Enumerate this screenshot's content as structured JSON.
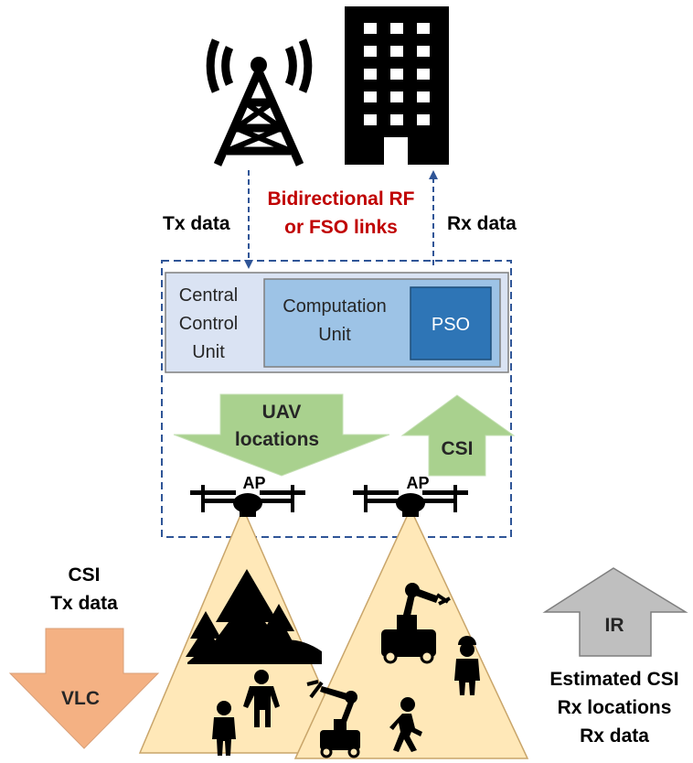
{
  "labels": {
    "tx_data_top": "Tx data",
    "rx_data_top": "Rx data",
    "link_line1": "Bidirectional RF",
    "link_line2": "or FSO links",
    "ccu_line1": "Central",
    "ccu_line2": "Control",
    "ccu_line3": "Unit",
    "comp_line1": "Computation",
    "comp_line2": "Unit",
    "pso": "PSO",
    "uav_line1": "UAV",
    "uav_line2": "locations",
    "csi_up": "CSI",
    "ap_left": "AP",
    "ap_right": "AP",
    "csi_left": "CSI",
    "tx_left": "Tx data",
    "vlc": "VLC",
    "ir": "IR",
    "est_line1": "Estimated CSI",
    "est_line2": "Rx locations",
    "est_line3": "Rx data"
  },
  "colors": {
    "link_text": "#c00000",
    "dashed": "#2f5597",
    "ccu_fill": "#dae3f3",
    "comp_fill": "#9dc3e6",
    "pso_fill": "#2e75b6",
    "green_arrow": "#a9d18e",
    "beam_fill": "#ffe8b8",
    "vlc_arrow": "#f4b183",
    "ir_arrow": "#bfbfbf"
  },
  "icons": [
    "radio-tower-icon",
    "building-icon",
    "drone-icon",
    "tree-icon",
    "person-icon",
    "robot-arm-icon",
    "walking-person-icon",
    "worker-icon"
  ]
}
